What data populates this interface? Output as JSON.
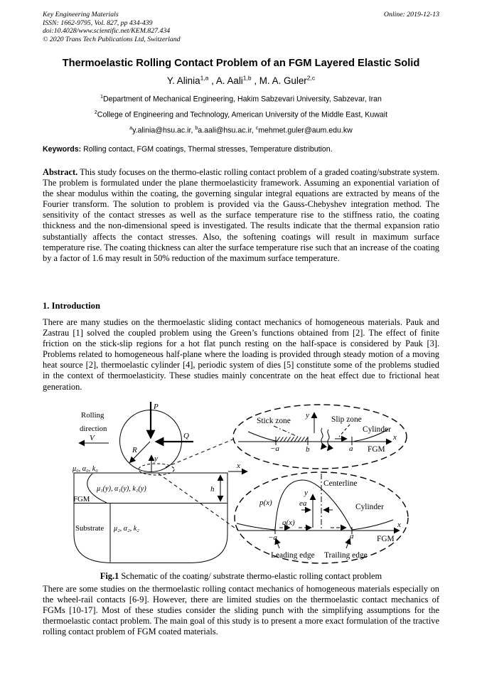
{
  "header": {
    "line1": "Key Engineering Materials",
    "line2": "ISSN: 1662-9795, Vol. 827, pp 434-439",
    "line3": "doi:10.4028/www.scientific.net/KEM.827.434",
    "line4": "© 2020 Trans Tech Publications Ltd, Switzerland",
    "online": "Online: 2019-12-13"
  },
  "title": "Thermoelastic Rolling Contact Problem of an FGM Layered Elastic Solid",
  "authors": [
    {
      "name": "Y. Alinia",
      "sup": "1,a",
      "sep": " , "
    },
    {
      "name": "A. Aali",
      "sup": "1,b",
      "sep": " , "
    },
    {
      "name": "M. A. Guler",
      "sup": "2,c",
      "sep": ""
    }
  ],
  "affiliations": [
    {
      "sup": "1",
      "text": "Department of Mechanical Engineering, Hakim Sabzevari University, Sabzevar, Iran"
    },
    {
      "sup": "2",
      "text": "College of Engineering and Technology, American University of the Middle East, Kuwait"
    }
  ],
  "emails": [
    {
      "sup": "a",
      "text": "y.alinia@hsu.ac.ir, "
    },
    {
      "sup": "b",
      "text": "a.aali@hsu.ac.ir, "
    },
    {
      "sup": "c",
      "text": "mehmet.guler@aum.edu.kw"
    }
  ],
  "keywords": {
    "label": "Keywords:",
    "text": " Rolling contact, FGM coatings, Thermal stresses, Temperature distribution."
  },
  "abstract": {
    "label": "Abstract.",
    "text": " This study focuses on the thermo-elastic rolling contact problem of a graded coating/substrate system. The problem is formulated under the plane thermoelasticity framework. Assuming an exponential variation of the shear modulus within the coating, the governing singular integral equations are extracted by means of the Fourier transform. The solution to problem is provided via the Gauss-Chebyshev integration method. The sensitivity of the contact stresses as well as the surface temperature rise to the stiffness ratio, the coating thickness and the non-dimensional speed is investigated. The results indicate that the thermal expansion ratio substantially affects the contact stresses. Also, the softening coatings will result in maximum surface temperature rise. The coating thickness can alter the surface temperature rise such that an increase of the coating by a factor of 1.6 may result in 50% reduction of the maximum surface temperature."
  },
  "introduction": {
    "heading": "1. Introduction",
    "paragraph1": "There are many studies on the thermoelastic sliding contact mechanics of homogeneous materials. Pauk and Zastrau [1] solved the coupled problem using the Green’s functions obtained from [2]. The effect of finite friction on the stick-slip regions for a hot flat punch resting on the half-space is considered by Pauk [3]. Problems related to homogeneous half-plane where the loading is provided through steady motion of a moving heat source [2], thermoelastic cylinder [4], periodic system of dies [5] constitute some of the problems studied in the context of thermoelasticity. These studies mainly concentrate on the heat effect due to frictional heat generation.",
    "paragraph2": "There are some studies on the thermoelastic rolling contact mechanics of homogeneous materials especially on the wheel-rail contacts [6-9]. However, there are limited studies on the thermoelastic contact mechanics of FGMs [10-17]. Most of these studies consider the sliding punch with the simplifying assumptions for the thermoelastic contact problem. The main goal of this study is to present a more exact formulation of the tractive rolling contact problem of FGM coated materials."
  },
  "figure": {
    "caption_label": "Fig.1",
    "caption_text": " Schematic of the coating/ substrate thermo-elastic rolling contact problem",
    "main": {
      "rolling_line1": "Rolling",
      "rolling_line2": "direction",
      "v_label": "V",
      "p_label": "P",
      "q_label": "Q",
      "r_label": "R",
      "y_label": "y",
      "x_label": "x",
      "surface_props": "μ₀, α₀, k₀",
      "coating_props": "μ₁(y), α₁(y), k₁(y)",
      "fgm_label": "FGM",
      "h_label": "h",
      "substrate_label": "Substrate",
      "substrate_props": "μ₂, α₂, k₂"
    },
    "inset_top": {
      "stick_zone": "Stick zone",
      "slip_zone": "Slip zone",
      "cylinder": "Cylinder",
      "y_label": "y",
      "x_label": "x",
      "minus_a": "−a",
      "b_label": "b",
      "a_label": "a",
      "fgm": "FGM"
    },
    "inset_bottom": {
      "centerline": "Centerline",
      "pressure": "p(x)",
      "ea_label": "ea",
      "shear": "q(x)",
      "cylinder": "Cylinder",
      "y_label": "y",
      "x_label": "x",
      "minus_a": "−a",
      "a_label": "a",
      "fgm": "FGM",
      "leading_edge": "Leading edge",
      "trailing_edge": "Trailing edge"
    }
  },
  "colors": {
    "background": "#ffffff",
    "text": "#000000"
  }
}
